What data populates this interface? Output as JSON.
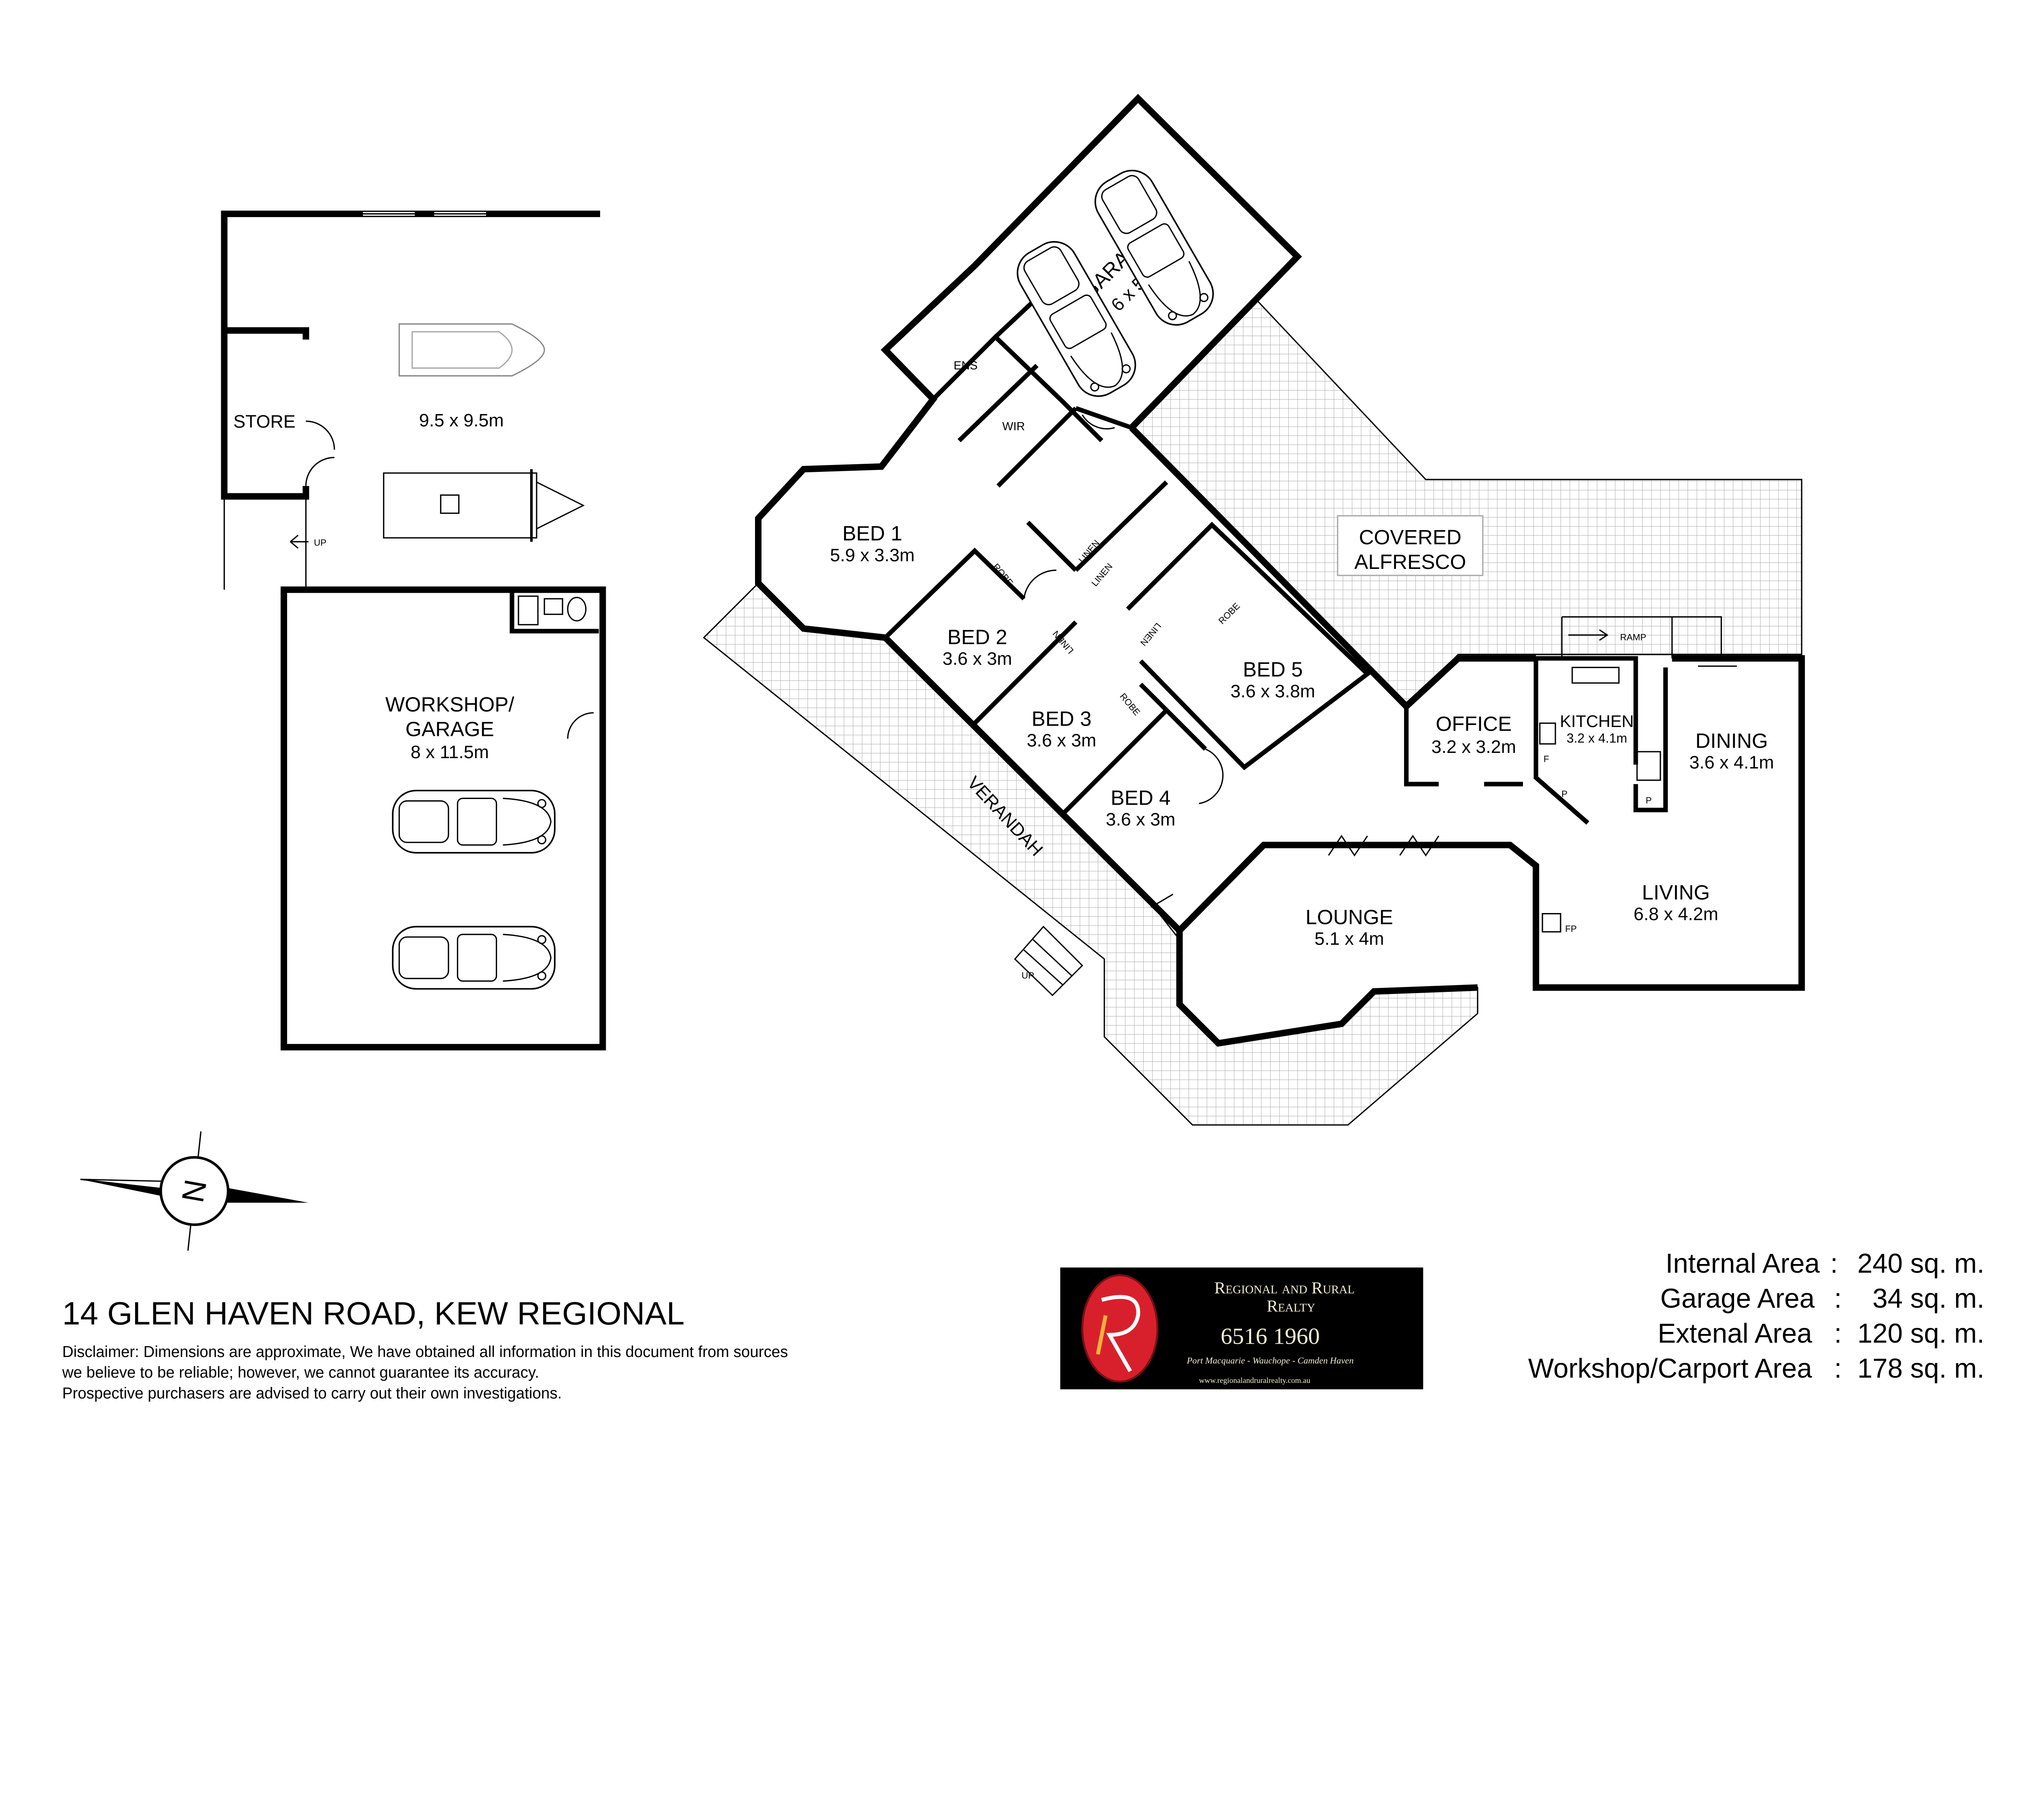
{
  "title": "14 GLEN HAVEN ROAD, KEW REGIONAL",
  "disclaimer": [
    "Disclaimer: Dimensions are approximate, We have obtained all information in this document from sources",
    "we believe to be reliable; however, we cannot guarantee its accuracy.",
    "Prospective purchasers are advised to carry out their own investigations."
  ],
  "compass": {
    "label": "N"
  },
  "outbuilding": {
    "carport": {
      "dims": "9.5 x 9.5m"
    },
    "store": {
      "name": "STORE"
    },
    "up_label": "UP",
    "workshop": {
      "name_line1": "WORKSHOP/",
      "name_line2": "GARAGE",
      "dims": "8 x 11.5m"
    }
  },
  "rooms": {
    "garage": {
      "name": "GARAGE",
      "dims": "6 x 5.7m"
    },
    "ens": {
      "name": "ENS"
    },
    "wir": {
      "name": "WIR"
    },
    "bed1": {
      "name": "BED 1",
      "dims": "5.9 x 3.3m"
    },
    "bed2": {
      "name": "BED 2",
      "dims": "3.6 x 3m"
    },
    "bed3": {
      "name": "BED 3",
      "dims": "3.6 x 3m"
    },
    "bed4": {
      "name": "BED 4",
      "dims": "3.6 x 3m"
    },
    "bed5": {
      "name": "BED 5",
      "dims": "3.6 x 3.8m"
    },
    "alfresco": {
      "line1": "COVERED",
      "line2": "ALFRESCO"
    },
    "office": {
      "name": "OFFICE",
      "dims": "3.2 x 3.2m"
    },
    "kitchen": {
      "name": "KITCHEN",
      "dims": "3.2 x 4.1m"
    },
    "dining": {
      "name": "DINING",
      "dims": "3.6 x 4.1m"
    },
    "living": {
      "name": "LIVING",
      "dims": "6.8 x 4.2m"
    },
    "lounge": {
      "name": "LOUNGE",
      "dims": "5.1 x 4m"
    },
    "verandah": {
      "name": "VERANDAH"
    }
  },
  "fixtures": {
    "robe": "ROBE",
    "linen": "LINEN",
    "ramp": "RAMP",
    "fp": "FP",
    "pantry": "P",
    "fridge": "F",
    "up": "UP"
  },
  "logo": {
    "name_line1": "Regional and Rural",
    "name_line2": "Realty",
    "phone": "6516 1960",
    "locations": "Port Macquarie - Wauchope - Camden Haven",
    "website": "www.regionalandruralrealty.com.au",
    "colors": {
      "background": "#000000",
      "ellipse": "#d8202c",
      "text": "#f3efd0"
    }
  },
  "areas": [
    {
      "label": "Internal Area",
      "value": "240 sq. m."
    },
    {
      "label": "Garage Area",
      "value": "34 sq. m."
    },
    {
      "label": "Extenal Area",
      "value": "120 sq. m."
    },
    {
      "label": "Workshop/Carport Area",
      "value": "178 sq. m."
    }
  ]
}
